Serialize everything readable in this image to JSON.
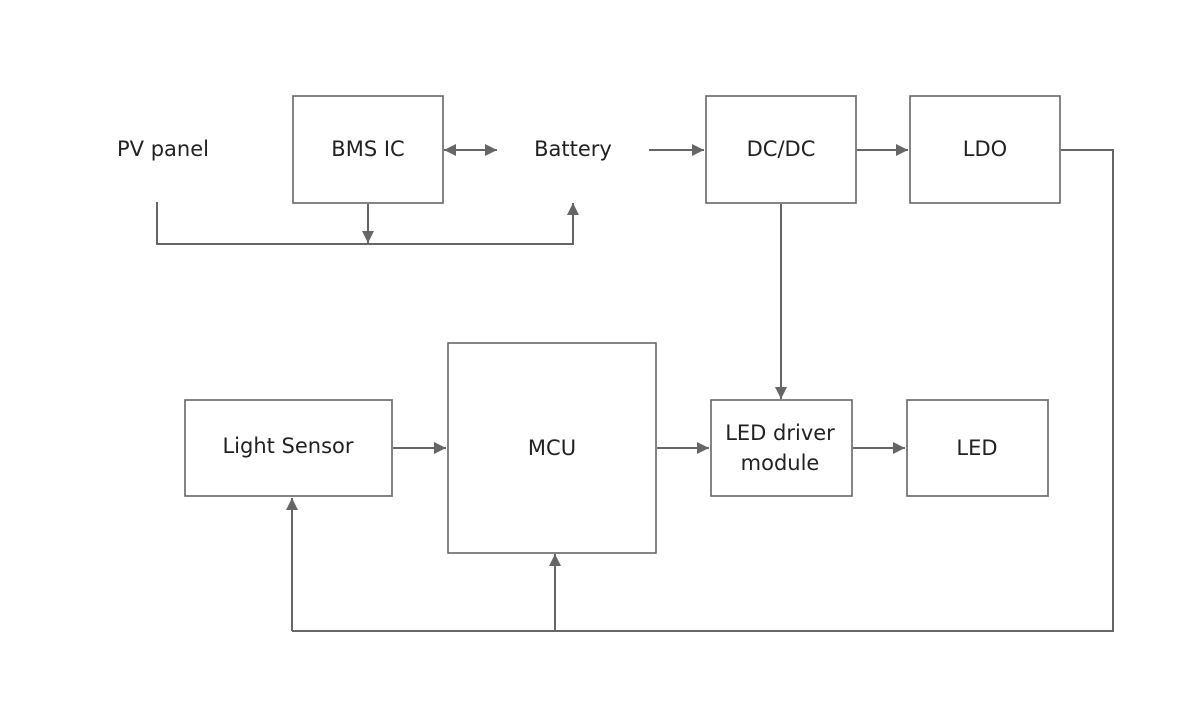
{
  "diagram": {
    "colors": {
      "line": "#666666",
      "text": "#222222",
      "background": "#ffffff"
    },
    "labels": {
      "pv_panel": "PV panel",
      "battery": "Battery"
    },
    "blocks": {
      "bms_ic": "BMS IC",
      "dcdc": "DC/DC",
      "ldo": "LDO",
      "light_sensor": "Light Sensor",
      "mcu": "MCU",
      "led_driver_line1": "LED driver",
      "led_driver_line2": "module",
      "led": "LED"
    }
  }
}
